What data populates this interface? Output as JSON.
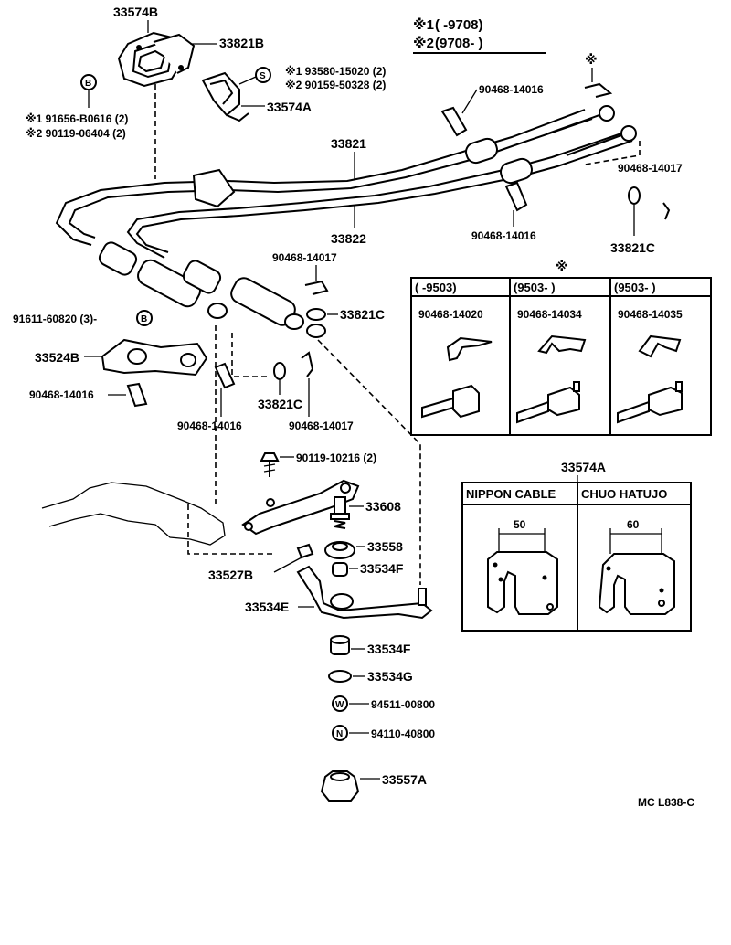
{
  "legend": {
    "line1_mark": "※1",
    "line1_range": "(        -9708)",
    "line2_mark": "※2",
    "line2_range": "(9708-           )"
  },
  "labels": {
    "p33574B": "33574B",
    "p33821B": "33821B",
    "circle_B_top": "B",
    "note_91656_1": "※1 91656-B0616 (2)",
    "note_91656_2": "※2 90119-06404 (2)",
    "circle_S": "S",
    "note_93580_1": "※1 93580-15020 (2)",
    "note_93580_2": "※2 90159-50328 (2)",
    "p33574A_top": "33574A",
    "p90468_14016_top": "90468-14016",
    "star_top_right": "※",
    "p33821": "33821",
    "p33822": "33822",
    "p90468_14017_right": "90468-14017",
    "p90468_14016_mid": "90468-14016",
    "p33821C_right": "33821C",
    "p90468_14017_center": "90468-14017",
    "p33821C_center": "33821C",
    "note_91611": "91611-60820 (3)-",
    "circle_B_left": "B",
    "p33524B": "33524B",
    "p90468_14016_left": "90468-14016",
    "p33821C_lower": "33821C",
    "p90468_14016_lower": "90468-14016",
    "p90468_14017_lower": "90468-14017",
    "note_90119_10216": "90119-10216 (2)",
    "p33608": "33608",
    "p33558": "33558",
    "p33527B": "33527B",
    "p33534F_upper": "33534F",
    "p33534E": "33534E",
    "p33534F_lower": "33534F",
    "p33534G": "33534G",
    "circle_W": "W",
    "p94511": "94511-00800",
    "circle_N": "N",
    "p94110": "94110-40800",
    "p33557A": "33557A",
    "diagram_code": "MC L838-C"
  },
  "clip_table": {
    "star": "※",
    "col1_header": "(       -9503)",
    "col2_header": "(9503-       )",
    "col3_header": "(9503-       )",
    "col1_part": "90468-14020",
    "col2_part": "90468-14034",
    "col3_part": "90468-14035"
  },
  "bracket_table": {
    "title": "33574A",
    "col1_header": "NIPPON CABLE",
    "col2_header": "CHUO HATUJO",
    "col1_dim": "50",
    "col2_dim": "60"
  }
}
